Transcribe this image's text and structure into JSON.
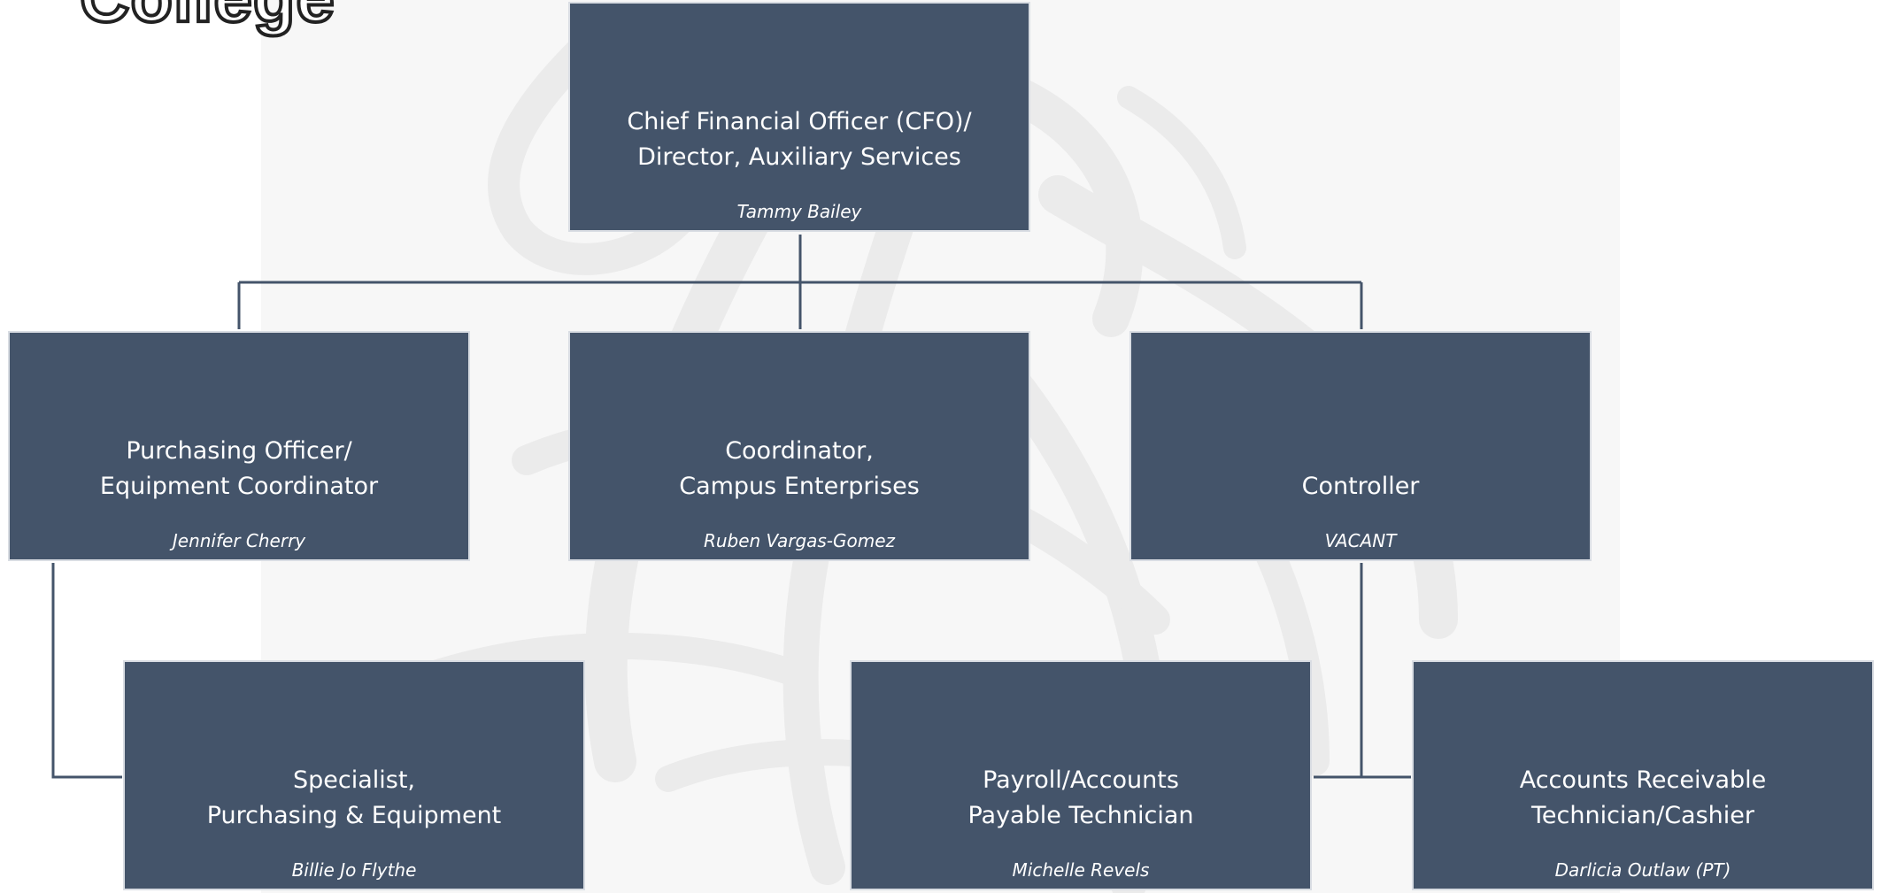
{
  "logo": {
    "text": "College"
  },
  "org_chart": {
    "cfo": {
      "title": "Chief Financial Officer (CFO)/\nDirector, Auxiliary Services",
      "name": "Tammy Bailey"
    },
    "purchasing_officer": {
      "title": "Purchasing Officer/\nEquipment Coordinator",
      "name": "Jennifer Cherry"
    },
    "campus_enterprises": {
      "title": "Coordinator,\nCampus Enterprises",
      "name": "Ruben Vargas-Gomez"
    },
    "controller": {
      "title": "Controller",
      "name": "VACANT"
    },
    "purchasing_specialist": {
      "title": "Specialist,\nPurchasing & Equipment",
      "name": "Billie Jo Flythe"
    },
    "payroll_technician": {
      "title": "Payroll/Accounts\nPayable Technician",
      "name": "Michelle Revels"
    },
    "ar_technician": {
      "title": "Accounts Receivable\nTechnician/Cashier",
      "name": "Darlicia Outlaw (PT)"
    }
  },
  "colors": {
    "box_fill": "#44546a",
    "box_border": "#d9dde3",
    "connector": "#44546a",
    "watermark": "#ebebeb"
  }
}
